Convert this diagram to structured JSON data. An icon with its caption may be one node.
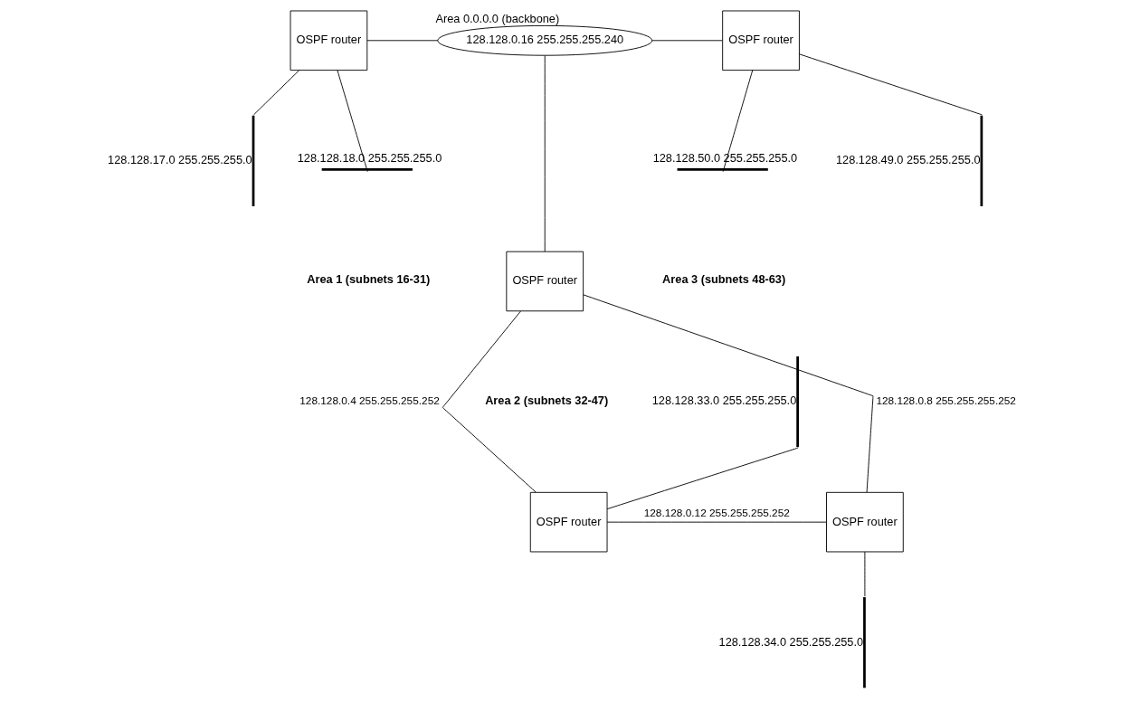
{
  "diagram": {
    "nodes": [
      {
        "text": [
          "128.128.0.16 255.255.255.240"
        ],
        "beside": [
          "Area 0.0.0.0 (backbone)"
        ]
      },
      {
        "text": [
          "OSPF router"
        ]
      },
      {
        "text": [
          "OSPF router"
        ]
      },
      {
        "text": [
          "OSPF router"
        ]
      },
      {
        "text": [
          "OSPF router"
        ]
      },
      {
        "text": [
          "OSPF router"
        ]
      },
      {
        "text": [],
        "shape": "bar",
        "beside": [
          "128.128.17.0 255.255.255.0"
        ]
      },
      {
        "text": [],
        "shape": "bar",
        "beside": [
          "128.128.18.0 255.255.255.0"
        ]
      },
      {
        "text": [],
        "shape": "bar",
        "beside": [
          "128.128.49.0 255.255.255.0"
        ]
      },
      {
        "text": [],
        "shape": "bar",
        "beside": [
          "128.128.50.0 255.255.255.0"
        ]
      },
      {
        "text": [],
        "shape": "bar",
        "beside": [
          "128.128.33.0 255.255.255.0"
        ]
      },
      {
        "text": [],
        "shape": "bar",
        "beside": [
          "128.128.34.0 255.255.255.0"
        ]
      }
    ],
    "edges": [
      {
        "from": 1,
        "to": 6,
        "arrow": "none"
      },
      {
        "from": 1,
        "to": 7,
        "arrow": "none"
      },
      {
        "from": 1,
        "to": 0,
        "arrow": "none"
      },
      {
        "from": 0,
        "to": 2,
        "arrow": "none"
      },
      {
        "from": 2,
        "to": 8,
        "arrow": "none"
      },
      {
        "from": 2,
        "to": 9,
        "arrow": "none"
      },
      {
        "from": 0,
        "to": 3,
        "arrow": "none"
      },
      {
        "from": 3,
        "to": 4,
        "arrow": "none",
        "label": "128.128.0.4 255.255.255.252"
      },
      {
        "from": 3,
        "to": 5,
        "arrow": "none",
        "label": "128.128.0.8 255.255.255.252"
      },
      {
        "from": 4,
        "to": 5,
        "arrow": "none",
        "label": "128.128.0.12 255.255.255.252"
      },
      {
        "from": 10,
        "to": 4,
        "arrow": "none"
      },
      {
        "from": 5,
        "to": 11,
        "arrow": "none"
      }
    ],
    "labels": [
      "Area 1 (subnets 16-31)",
      "Area 3 (subnets 48-63)",
      "Area 2 (subnets 32-47)"
    ]
  }
}
